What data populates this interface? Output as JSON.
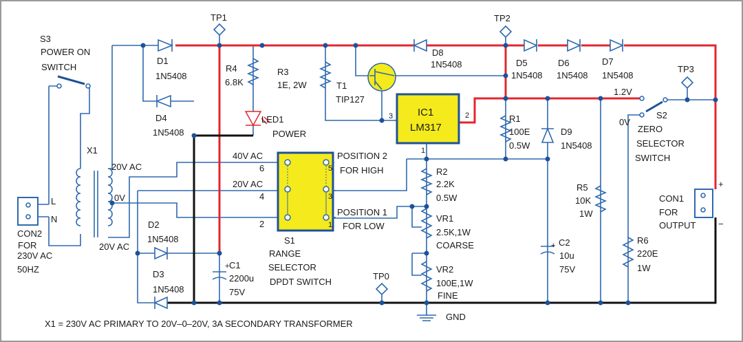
{
  "colors": {
    "wire": "#2e69ad",
    "positive_rail": "#e3262d",
    "ground_rail": "#111111",
    "component_fill": "#f4ea1c"
  },
  "test_points": {
    "tp0": "TP0",
    "tp1": "TP1",
    "tp2": "TP2",
    "tp3": "TP3"
  },
  "s3": {
    "ref": "S3",
    "line1": "POWER ON",
    "line2": "SWITCH"
  },
  "x1": {
    "ref": "X1",
    "sec_top": "20V AC",
    "sec_bottom": "20V AC",
    "tap": "0V"
  },
  "con2": {
    "l": "L",
    "n": "N",
    "ref": "CON2",
    "line1": "FOR",
    "line2": "230V AC",
    "line3": "50HZ"
  },
  "d1": {
    "ref": "D1",
    "value": "1N5408"
  },
  "d2": {
    "ref": "D2",
    "value": "1N5408"
  },
  "d3": {
    "ref": "D3",
    "value": "1N5408"
  },
  "d4": {
    "ref": "D4",
    "value": "1N5408"
  },
  "d5": {
    "ref": "D5",
    "value": "1N5408"
  },
  "d6": {
    "ref": "D6",
    "value": "1N5408"
  },
  "d7": {
    "ref": "D7",
    "value": "1N5408"
  },
  "d8": {
    "ref": "D8",
    "value": "1N5408"
  },
  "d9": {
    "ref": "D9",
    "value": "1N5408"
  },
  "r1": {
    "ref": "R1",
    "value": "100E",
    "power": "0.5W"
  },
  "r2": {
    "ref": "R2",
    "value": "2.2K",
    "power": "0.5W"
  },
  "r3": {
    "ref": "R3",
    "value": "1E, 2W"
  },
  "r4": {
    "ref": "R4",
    "value": "6.8K"
  },
  "r5": {
    "ref": "R5",
    "value": "10K",
    "power": "1W"
  },
  "r6": {
    "ref": "R6",
    "value": "220E",
    "power": "1W"
  },
  "vr1": {
    "ref": "VR1",
    "value": "2.5K,1W",
    "desc": "COARSE"
  },
  "vr2": {
    "ref": "VR2",
    "value": "100E,1W",
    "desc": "FINE"
  },
  "led1": {
    "ref": "LED1",
    "desc": "POWER"
  },
  "t1": {
    "ref": "T1",
    "value": "TIP127"
  },
  "ic1": {
    "ref": "IC1",
    "value": "LM317",
    "pin1": "1",
    "pin2": "2",
    "pin3": "3"
  },
  "c1": {
    "ref": "C1",
    "value": "2200u",
    "voltage": "75V",
    "plus": "+"
  },
  "c2": {
    "ref": "C2",
    "value": "10u",
    "voltage": "75V",
    "plus": "+"
  },
  "s1": {
    "ref": "S1",
    "line1": "RANGE",
    "line2": "SELECTOR",
    "line3": "DPDT SWITCH",
    "in40": "40V AC",
    "in20": "20V AC",
    "p1": "1",
    "p2": "2",
    "p3": "3",
    "p4": "4",
    "p5": "5",
    "p6": "6",
    "pos2a": "POSITION 2",
    "pos2b": "FOR HIGH",
    "pos1a": "POSITION 1",
    "pos1b": "FOR LOW"
  },
  "s2": {
    "ref": "S2",
    "v12": "1.2V",
    "v0": "0V",
    "line1": "ZERO",
    "line2": "SELECTOR",
    "line3": "SWITCH"
  },
  "con1": {
    "ref": "CON1",
    "line1": "FOR",
    "line2": "OUTPUT",
    "plus": "+",
    "minus": "−"
  },
  "gnd": "GND",
  "footnote": "X1 = 230V AC PRIMARY TO 20V–0–20V, 3A SECONDARY TRANSFORMER"
}
